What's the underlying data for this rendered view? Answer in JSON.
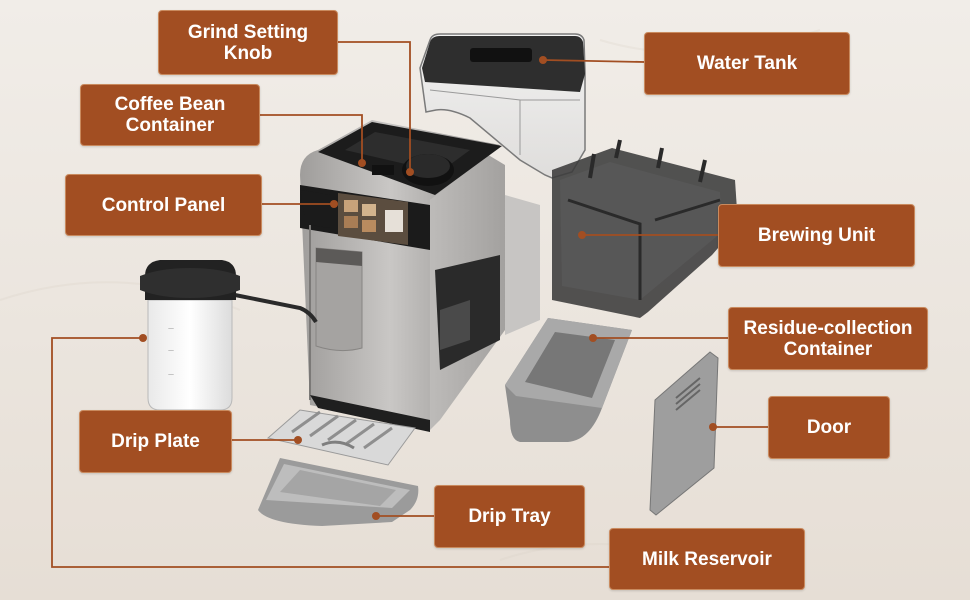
{
  "diagram": {
    "labels": {
      "grind_setting_knob": "Grind Setting\nKnob",
      "coffee_bean_container": "Coffee Bean\nContainer",
      "control_panel": "Control Panel",
      "water_tank": "Water Tank",
      "brewing_unit": "Brewing Unit",
      "residue_collection_container": "Residue-collection\nContainer",
      "door": "Door",
      "drip_plate": "Drip Plate",
      "drip_tray": "Drip Tray",
      "milk_reservoir": "Milk Reservoir"
    },
    "colors": {
      "label_fill": "#a24e22",
      "label_border": "#c98a5e",
      "leader_line": "#a24e22",
      "machine_body": "#b9b7b5",
      "panel_dark": "#2a2a2a",
      "background": "#ede7e0"
    }
  }
}
